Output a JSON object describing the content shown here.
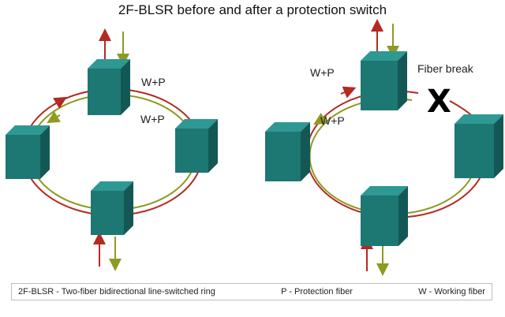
{
  "title": "2F-BLSR before and after a protection switch",
  "left_ring": {
    "label_outer": "W+P",
    "label_inner": "W+P"
  },
  "right_ring": {
    "label_outer": "W+P",
    "label_inner": "W+P",
    "break_label": "Fiber break",
    "break_mark": "X"
  },
  "legend": {
    "blsr": "2F-BLSR - Two-fiber bidirectional line-switched ring",
    "protection": "P - Protection fiber",
    "working": "W - Working fiber"
  },
  "colors": {
    "outer_fiber": "#b32a22",
    "inner_fiber": "#8f9a22",
    "node_front": "#1d7773",
    "node_top": "#2e9893",
    "node_side": "#145856",
    "break_mark": "#000000"
  },
  "icons": [
    "node-cube",
    "add-arrow",
    "drop-arrow",
    "fiber-break-x"
  ]
}
